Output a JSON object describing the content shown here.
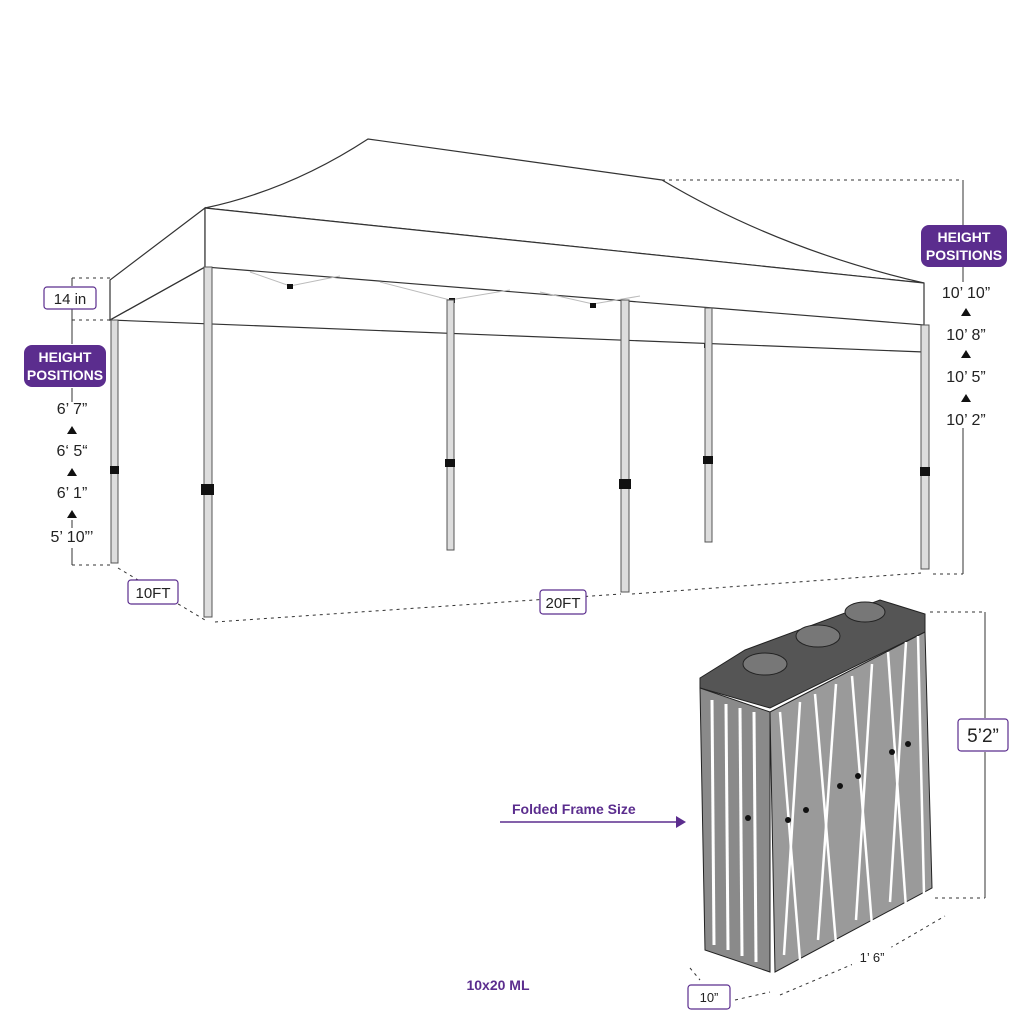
{
  "colors": {
    "accent": "#5b2d8e",
    "frame": "#7a7a7a",
    "line": "#333333"
  },
  "left_height": {
    "badge_line1": "HEIGHT",
    "badge_line2": "POSITIONS",
    "values": [
      "6’ 7”",
      "6‘ 5“",
      "6’ 1”",
      "5’ 10”’"
    ]
  },
  "right_height": {
    "badge_line1": "HEIGHT",
    "badge_line2": "POSITIONS",
    "values": [
      "10’ 10”",
      "10’ 8”",
      "10’ 5”",
      "10’ 2”"
    ]
  },
  "dimensions": {
    "valance": "14 in",
    "width": "10FT",
    "length": "20FT",
    "folded_height": "5’2”",
    "folded_depth": "1’ 6”",
    "folded_width": "10”"
  },
  "folded_label": "Folded Frame Size",
  "model": "10x20 ML"
}
